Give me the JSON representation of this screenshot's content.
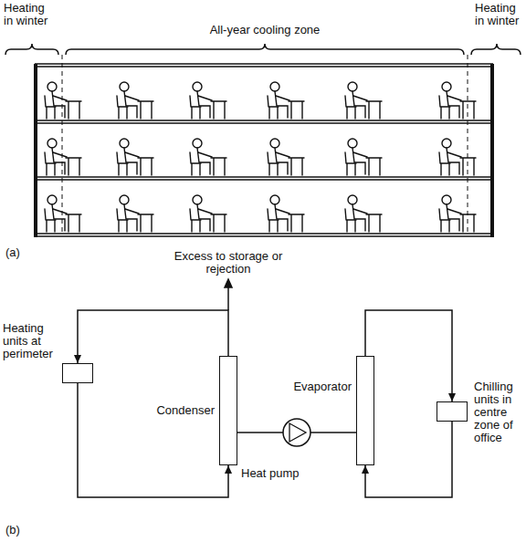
{
  "diagram": {
    "nodes": [
      {
        "text": [
          "Heating units at perimeter"
        ]
      },
      {
        "text": [
          "Condenser"
        ]
      },
      {
        "text": [
          "Evaporator"
        ]
      },
      {
        "text": [
          "Chilling units in centre zone of office"
        ]
      }
    ],
    "edges": [
      {
        "from": 1,
        "to": 0,
        "arrow": "to"
      },
      {
        "from": 0,
        "to": 1,
        "arrow": "to"
      },
      {
        "from": 2,
        "to": 3,
        "arrow": "to"
      },
      {
        "from": 3,
        "to": 2,
        "arrow": "to"
      },
      {
        "from": 1,
        "to": 2,
        "arrow": "none"
      }
    ],
    "labels": [
      "Heating in winter",
      "All-year cooling zone",
      "Heating in winter",
      "(a)",
      "Excess to storage or rejection",
      "Heat pump",
      "(b)"
    ]
  }
}
